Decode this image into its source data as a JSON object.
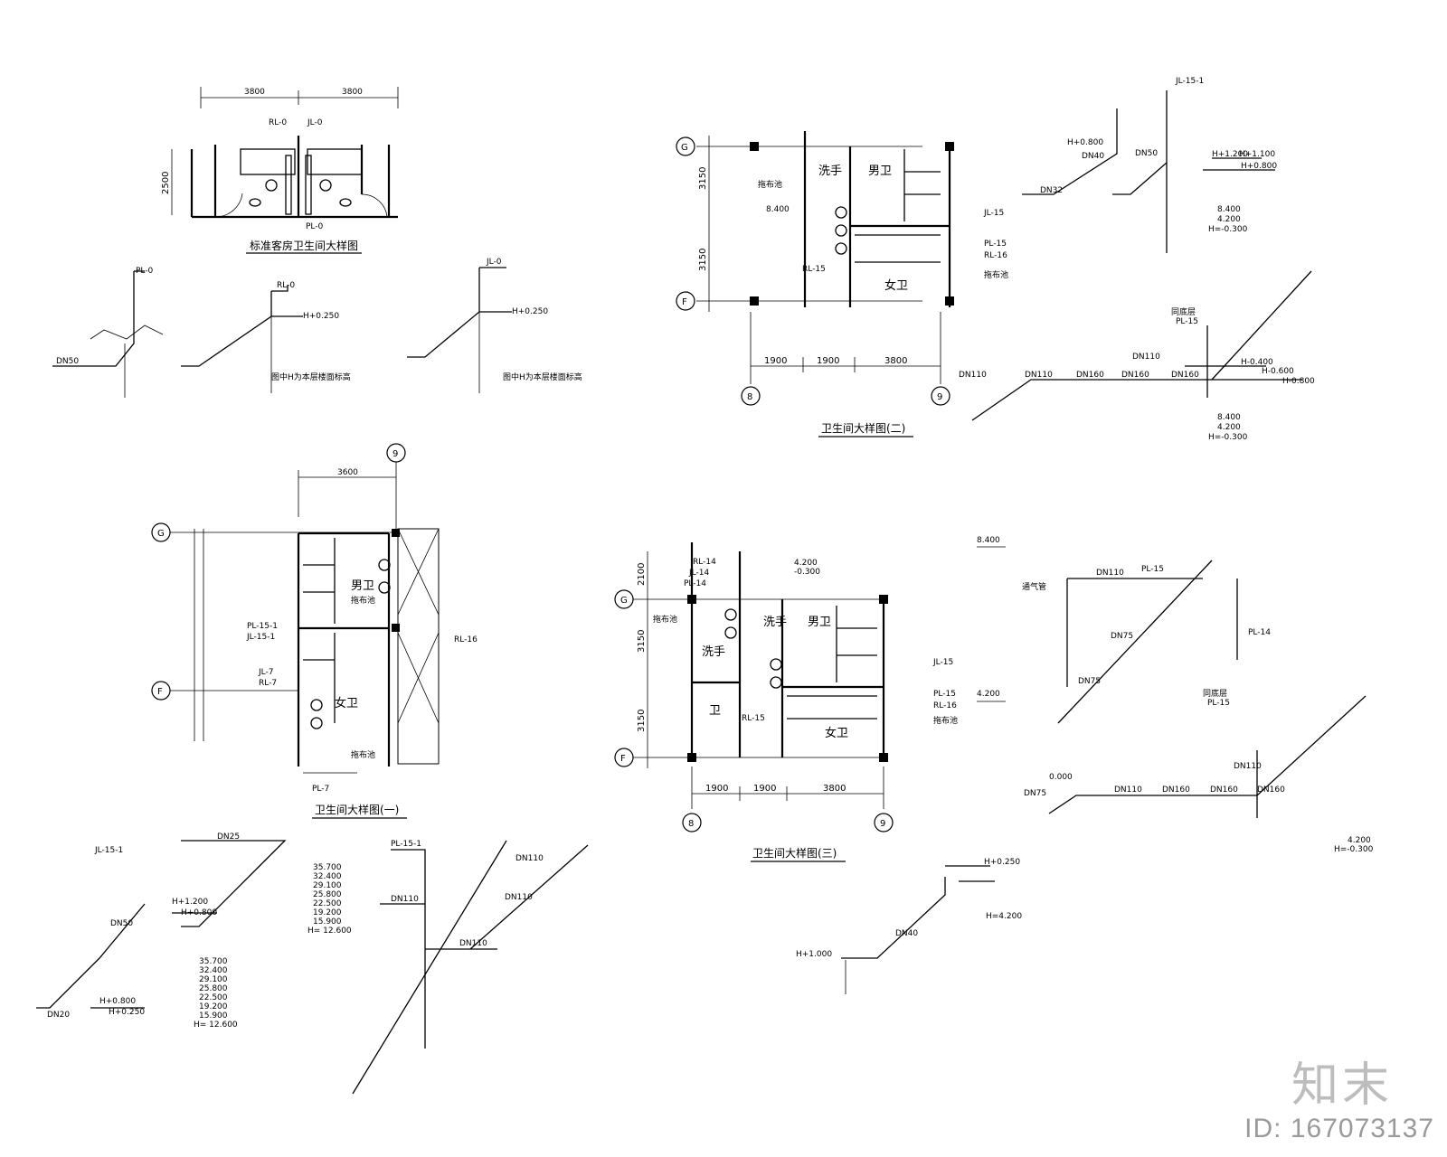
{
  "titles": {
    "std_room": "标准客房卫生间大样图",
    "wc1": "卫生间大样图(一)",
    "wc2": "卫生间大样图(二)",
    "wc3": "卫生间大样图(三)"
  },
  "notes": {
    "h_note": "图中H为本层楼面标高"
  },
  "pipes": {
    "rl0": "RL-0",
    "jl0": "JL-0",
    "pl0": "PL-0",
    "jl15": "JL-15",
    "pl15": "PL-15",
    "rl16": "RL-16",
    "rl15": "RL-15",
    "pl151": "PL-15-1",
    "jl151": "JL-15-1",
    "jl7": "JL-7",
    "rl7": "RL-7",
    "pl7": "PL-7",
    "rl14": "RL-14",
    "jl14": "JL-14",
    "pl14": "PL-14"
  },
  "rooms": {
    "men": "男卫",
    "women": "女卫",
    "wash": "洗手",
    "mop": "拖布池",
    "wc": "卫",
    "vent": "通气管",
    "bottom": "同底层"
  },
  "axes": {
    "g": "G",
    "f": "F",
    "a8": "8",
    "a9": "9"
  },
  "dims": {
    "d2500": "2500",
    "d3800": "3800",
    "d3150": "3150",
    "d1900": "1900",
    "d2100": "2100",
    "d3600": "3600"
  },
  "sizes": {
    "dn20": "DN20",
    "dn25": "DN25",
    "dn32": "DN32",
    "dn40": "DN40",
    "dn50": "DN50",
    "dn75": "DN75",
    "dn110": "DN110",
    "dn160": "DN160"
  },
  "elev": {
    "h0250": "H+0.250",
    "h0800": "H+0.800",
    "h1100": "H+1.100",
    "h1200": "H+1.200",
    "h1000": "H+1.000",
    "hm0400": "H-0.400",
    "hm0600": "H-0.600",
    "hm0800": "H-0.800",
    "e8400": "8.400",
    "e4200": "4.200",
    "eh0300": "H=-0.300",
    "e0000": "0.000",
    "m0300": "-0.300",
    "h4200": "H=4.200",
    "h12600": "H= 12.600",
    "stack": [
      "35.700",
      "32.400",
      "29.100",
      "25.800",
      "22.500",
      "19.200",
      "15.900"
    ]
  },
  "watermark": {
    "brand": "知末",
    "id": "ID: 167073137"
  }
}
